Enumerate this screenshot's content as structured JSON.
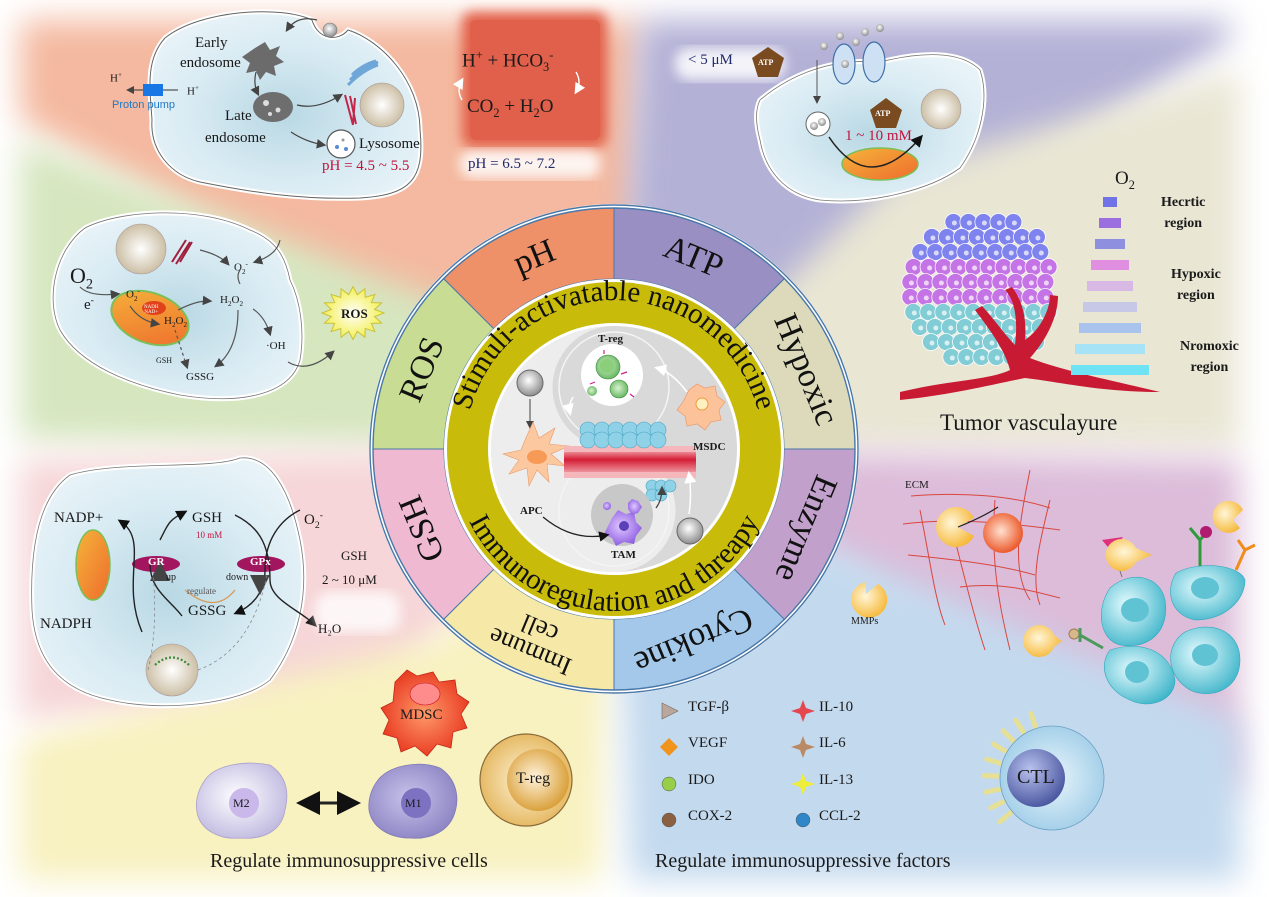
{
  "colors": {
    "ph_panel": "#f4b9a0",
    "atp_panel": "#b3b1d6",
    "hypoxic_panel": "#e9e6d4",
    "ros_panel": "#d6e6bf",
    "gsh_panel": "#f6d6d8",
    "enzyme_panel": "#dcbcd9",
    "immune_panel": "#f8f1c0",
    "cytokine_panel": "#c3d9ee",
    "ring_yellow": "#c9bb0a",
    "inner_gray": "#d9d9d9"
  },
  "wheel": {
    "segments": [
      {
        "label": "pH",
        "color": "#ee9068"
      },
      {
        "label": "ATP",
        "color": "#9a8fc3"
      },
      {
        "label": "Hypoxic",
        "color": "#dcdabb"
      },
      {
        "label": "Enzyme",
        "color": "#c2a0cc"
      },
      {
        "label": "Cytokine",
        "color": "#a3c8ea"
      },
      {
        "label": "Immune cell",
        "color": "#f6e8a6"
      },
      {
        "label": "GSH",
        "color": "#f0b9d2"
      },
      {
        "label": "ROS",
        "color": "#c8dd93"
      }
    ],
    "ring_top_text": "Stimuli-activatable nanomedicine",
    "ring_bottom_text": "Immunoregulation and threapy",
    "center_labels": {
      "treg": "T-reg",
      "apc": "APC",
      "tam": "TAM",
      "msdc": "MSDC"
    }
  },
  "ph_panel": {
    "early_endosome": "Early endosome",
    "early_line1": "Early",
    "early_line2": "endosome",
    "late_line1": "Late",
    "late_line2": "endosome",
    "lysosome": "Lysosome",
    "lysosome_ph": "pH = 4.5 ~ 5.5",
    "proton_out": "H",
    "proton_in": "H",
    "proton_pump": "Proton pump",
    "eq_top_a": "H",
    "eq_top_b": " + HCO",
    "eq_top_sub": "3",
    "eq_top_sup": "-",
    "eq_bottom_a": "CO",
    "eq_bottom_sub": "2",
    "eq_bottom_b": " + H",
    "eq_bottom_sub2": "2",
    "eq_bottom_c": "O",
    "extracellular_ph": "pH = 6.5 ~ 7.2"
  },
  "atp_panel": {
    "extracellular": "< 5 μM",
    "atp_badge": "ATP",
    "intracellular": "1 ~ 10 mM"
  },
  "hypoxic_panel": {
    "o2": "O",
    "o2_sub": "2",
    "regions": [
      "Hecrtic region",
      "Hypoxic region",
      "Nromoxic region"
    ],
    "region_lines": [
      [
        "Hecrtic",
        "region"
      ],
      [
        "Hypoxic",
        "region"
      ],
      [
        "Nromoxic",
        "region"
      ]
    ],
    "gradient_colors": [
      "#6f73e6",
      "#9b6fe0",
      "#8f8fe0",
      "#e08ee0",
      "#d8b8e4",
      "#c7c7e8",
      "#a9c3ec",
      "#a6e3f6",
      "#6fe3f4"
    ],
    "caption": "Tumor vasculayure"
  },
  "ros_panel": {
    "o2": "O",
    "o2_sub": "2",
    "electron": "e",
    "o2_radical": "O",
    "h2o2": "H",
    "nadh": "NADH",
    "nad": "NAD+",
    "gsh": "GSH",
    "gssg": "GSSG",
    "oh": "·OH",
    "ros_badge": "ROS"
  },
  "gsh_panel": {
    "nadp": "NADP+",
    "nadph": "NADPH",
    "gsh": "GSH",
    "gsh_conc": "10 mM",
    "gr": "GR",
    "gpx": "GPx",
    "up": "up",
    "down": "down",
    "regulate": "regulate",
    "gssg": "GSSG",
    "o2": "O",
    "h2o": "H₂O",
    "extracellular_label": "GSH",
    "extracellular_conc": "2 ~ 10 μM"
  },
  "enzyme_panel": {
    "ecm": "ECM",
    "mmps": "MMPs"
  },
  "immune_panel": {
    "mdsc": "MDSC",
    "m2": "M2",
    "m1": "M1",
    "treg": "T-reg",
    "caption": "Regulate immunosuppressive cells"
  },
  "cytokine_panel": {
    "legend": [
      {
        "name": "TGF-β",
        "icon": "triangle",
        "color": "#b9a79d"
      },
      {
        "name": "IL-10",
        "icon": "star4",
        "color": "#e4474f"
      },
      {
        "name": "VEGF",
        "icon": "diamond",
        "color": "#f0941e"
      },
      {
        "name": "IL-6",
        "icon": "star4",
        "color": "#b98a63"
      },
      {
        "name": "IDO",
        "icon": "circle",
        "color": "#98cf4a"
      },
      {
        "name": "IL-13",
        "icon": "star4",
        "color": "#eded3c"
      },
      {
        "name": "COX-2",
        "icon": "circle",
        "color": "#8a6040"
      },
      {
        "name": "CCL-2",
        "icon": "circle",
        "color": "#2f86c8"
      }
    ],
    "ctl": "CTL",
    "caption": "Regulate immunosuppressive factors"
  }
}
